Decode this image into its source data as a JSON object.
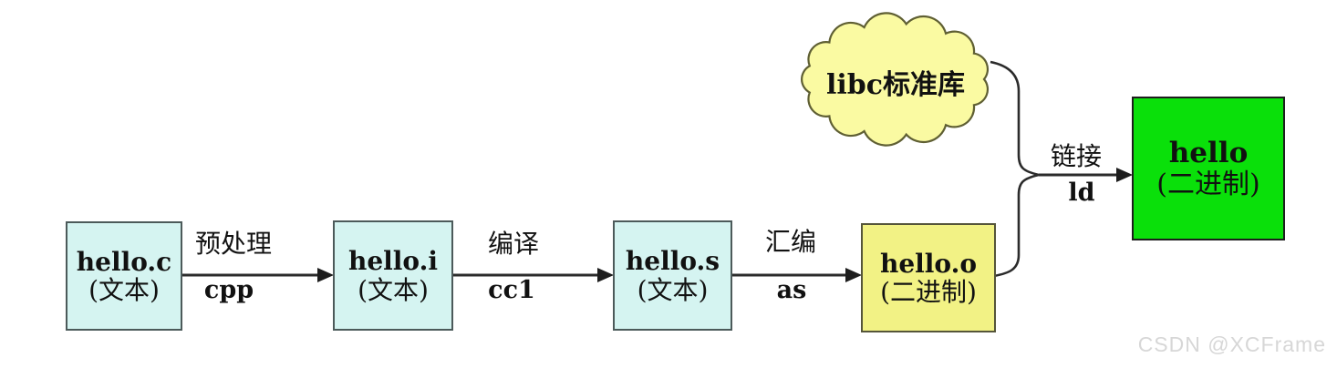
{
  "diagram": {
    "nodes": [
      {
        "id": "hello-c",
        "line1": "hello.c",
        "line2": "(文本)"
      },
      {
        "id": "hello-i",
        "line1": "hello.i",
        "line2": "(文本)"
      },
      {
        "id": "hello-s",
        "line1": "hello.s",
        "line2": "(文本)"
      },
      {
        "id": "hello-o",
        "line1": "hello.o",
        "line2": "(二进制)"
      },
      {
        "id": "hello-bin",
        "line1": "hello",
        "line2": "(二进制)"
      }
    ],
    "edges": [
      {
        "label_top": "预处理",
        "label_bottom": "cpp"
      },
      {
        "label_top": "编译",
        "label_bottom": "cc1"
      },
      {
        "label_top": "汇编",
        "label_bottom": "as"
      },
      {
        "label_top": "链接",
        "label_bottom": "ld"
      }
    ],
    "cloud": {
      "label": "libc标准库"
    },
    "colors": {
      "text_box_fill": "#d5f4f1",
      "object_box_fill": "#f2f285",
      "cloud_fill": "#fafaa2",
      "executable_box_fill": "#0ae00a",
      "line_color": "#2b2b2b"
    }
  },
  "watermark": {
    "text": "CSDN @XCFrame"
  }
}
